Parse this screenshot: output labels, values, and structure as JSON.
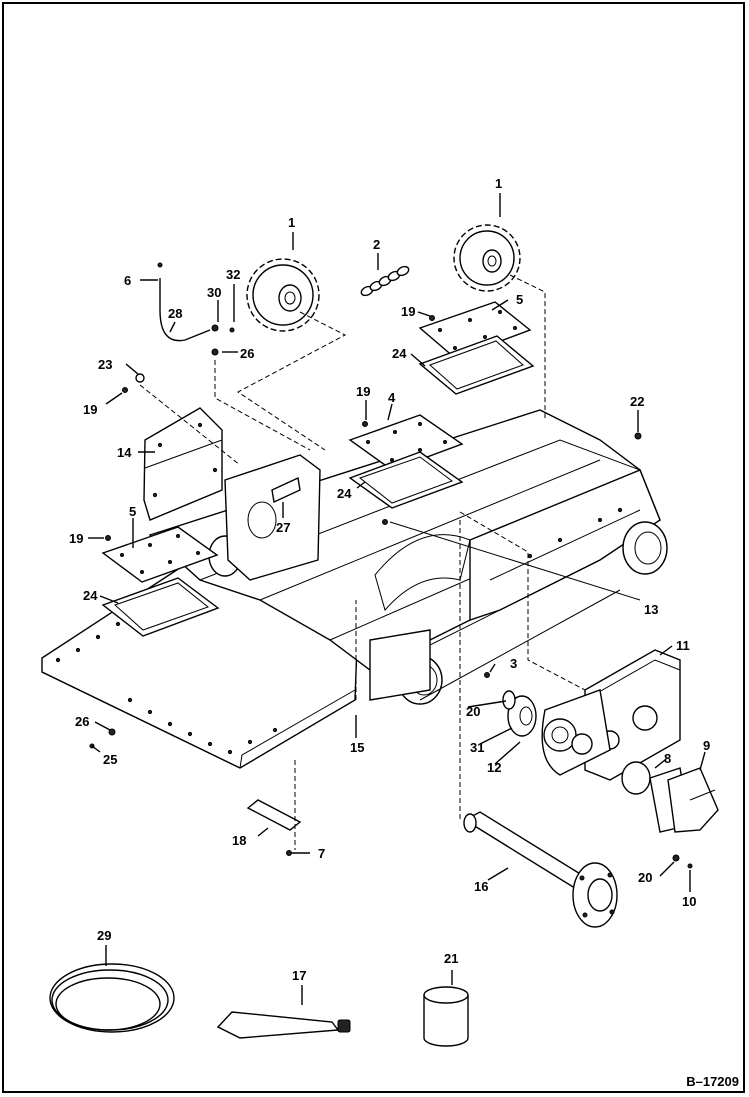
{
  "figure_ref": "B–17209",
  "callouts": [
    {
      "part": "1"
    },
    {
      "part": "1"
    },
    {
      "part": "1"
    },
    {
      "part": "2"
    },
    {
      "part": "3"
    },
    {
      "part": "4"
    },
    {
      "part": "5"
    },
    {
      "part": "5"
    },
    {
      "part": "6"
    },
    {
      "part": "7"
    },
    {
      "part": "8"
    },
    {
      "part": "9"
    },
    {
      "part": "10"
    },
    {
      "part": "11"
    },
    {
      "part": "12"
    },
    {
      "part": "13"
    },
    {
      "part": "14"
    },
    {
      "part": "15"
    },
    {
      "part": "16"
    },
    {
      "part": "17"
    },
    {
      "part": "18"
    },
    {
      "part": "19"
    },
    {
      "part": "19"
    },
    {
      "part": "19"
    },
    {
      "part": "20"
    },
    {
      "part": "20"
    },
    {
      "part": "21"
    },
    {
      "part": "22"
    },
    {
      "part": "23"
    },
    {
      "part": "24"
    },
    {
      "part": "24"
    },
    {
      "part": "24"
    },
    {
      "part": "25"
    },
    {
      "part": "26"
    },
    {
      "part": "26"
    },
    {
      "part": "27"
    },
    {
      "part": "28"
    },
    {
      "part": "29"
    },
    {
      "part": "30"
    },
    {
      "part": "31"
    },
    {
      "part": "32"
    }
  ]
}
